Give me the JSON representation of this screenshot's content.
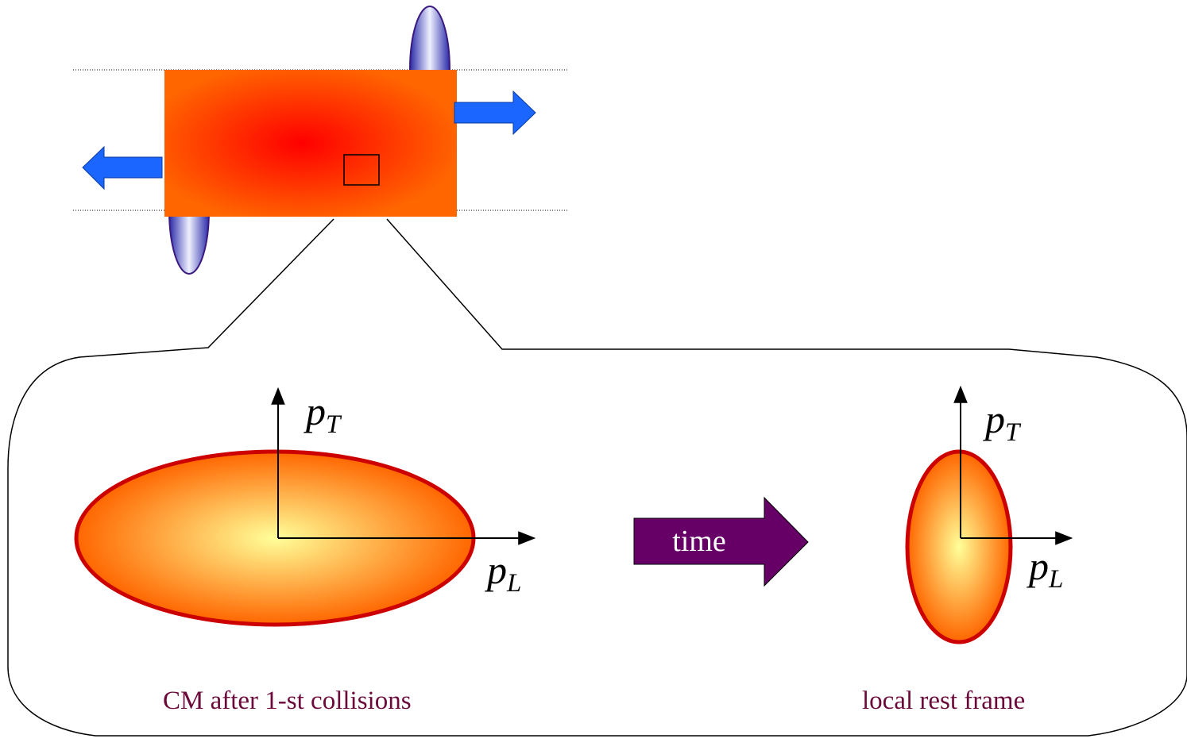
{
  "colors": {
    "fireball_center": "#ff0000",
    "fireball_edge": "#ff6600",
    "nucleus": "#3333cc",
    "beam_arrow": "#1a66ff",
    "ellipse_center": "#ffff99",
    "ellipse_edge": "#ff6600",
    "ellipse_stroke": "#cc0000",
    "time_arrow": "#660066",
    "caption_text": "#6b0a3a"
  },
  "collision": {
    "fireball": "fireball-rectangle",
    "nuclei": [
      "nucleus-upper",
      "nucleus-lower"
    ],
    "beam_arrows": [
      "arrow-right",
      "arrow-left"
    ]
  },
  "panels": {
    "left": {
      "caption": "CM after 1-st collisions",
      "y_axis": {
        "symbol": "p",
        "subscript": "T"
      },
      "x_axis": {
        "symbol": "p",
        "subscript": "L"
      }
    },
    "right": {
      "caption": "local rest frame",
      "y_axis": {
        "symbol": "p",
        "subscript": "T"
      },
      "x_axis": {
        "symbol": "p",
        "subscript": "L"
      }
    }
  },
  "time_arrow": {
    "label": "time"
  }
}
